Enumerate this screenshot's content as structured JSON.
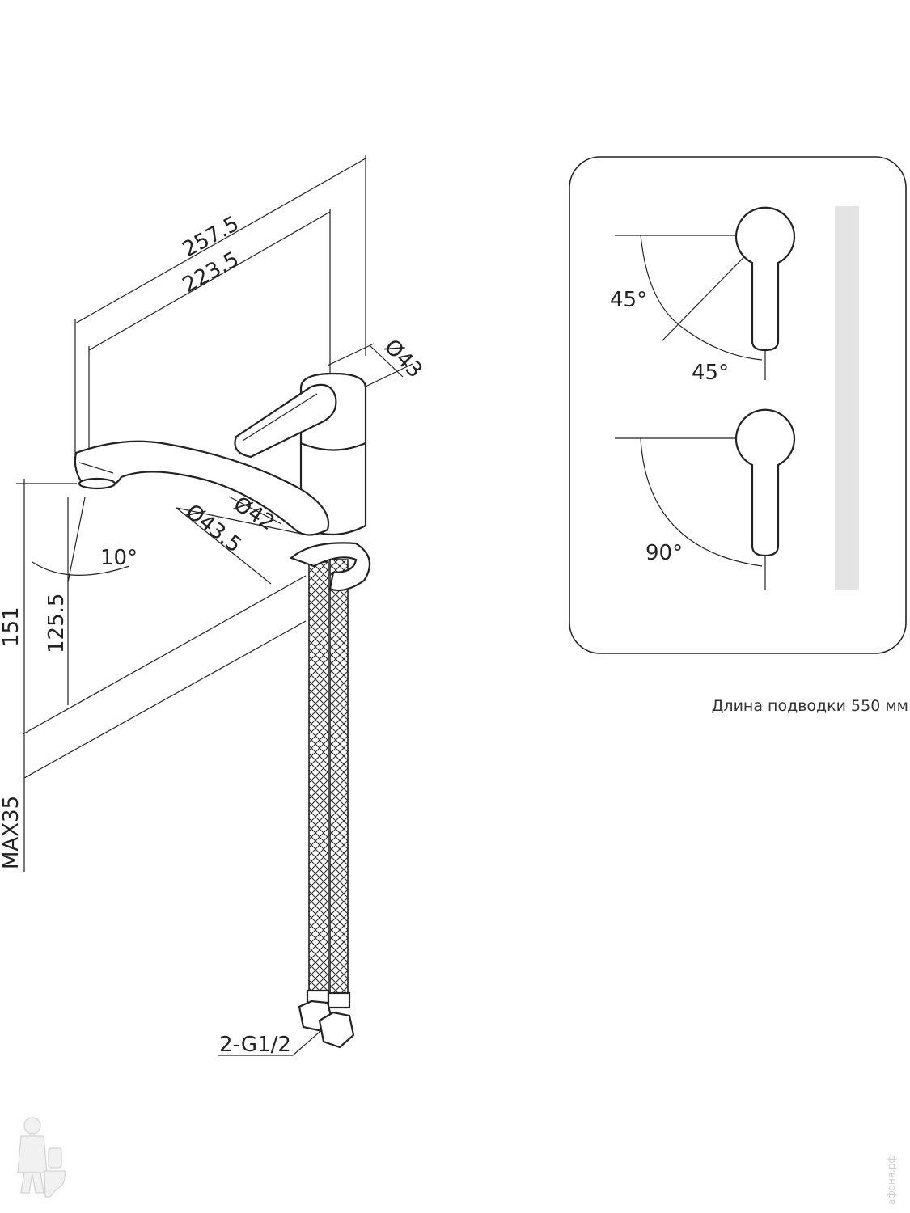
{
  "dimensions": {
    "total_length": "257.5",
    "spout_reach": "223.5",
    "body_diameter_top": "Ø43",
    "body_diameter_1": "Ø42",
    "body_diameter_2": "Ø43.5",
    "spout_angle": "10°",
    "total_height": "151",
    "spout_height": "125.5",
    "max_counter": "MAX35",
    "connection": "2-G1/2"
  },
  "handle_panel": {
    "angle_top_1": "45°",
    "angle_top_2": "45°",
    "angle_bottom": "90°"
  },
  "hose_note": "Длина подводки 550 мм",
  "watermark": "афоня.рф"
}
